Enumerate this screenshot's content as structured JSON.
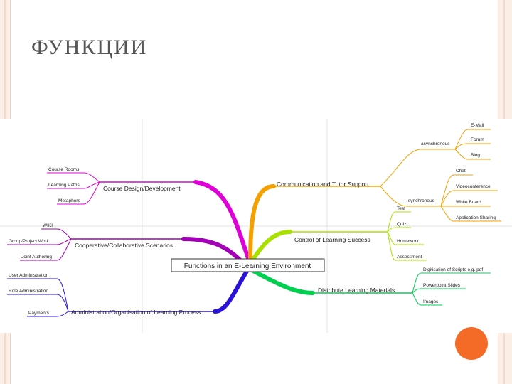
{
  "slide": {
    "title": "ФУНКЦИИ"
  },
  "mindmap": {
    "center": "Functions in an E-Learning Environment",
    "branches": [
      {
        "label": "Course Design/Development",
        "color": "#e000d8",
        "leaves": [
          "Course Rooms",
          "Learning Paths",
          "Metaphors"
        ]
      },
      {
        "label": "Cooperative/Collaborative Scenarios",
        "color": "#a300b8",
        "leaves": [
          "WIKI",
          "Group/Project Work",
          "Joint Authoring"
        ]
      },
      {
        "label": "Administration/Organisation of Learning Process",
        "color": "#2a12d8",
        "leaves": [
          "User Administration",
          "Role Administration",
          "Payments"
        ]
      },
      {
        "label": "Communication and Tutor Support",
        "color": "#f4a000",
        "subs": [
          {
            "label": "asynchronous",
            "leaves": [
              "E-Mail",
              "Forum",
              "Blog"
            ]
          },
          {
            "label": "synchronous",
            "leaves": [
              "Chat",
              "Videoconference",
              "White Board",
              "Application Sharing"
            ]
          }
        ]
      },
      {
        "label": "Control of Learning Success",
        "color": "#a8e000",
        "leaves": [
          "Test",
          "Quiz",
          "Homework",
          "Assessment"
        ]
      },
      {
        "label": "Distribute Learning Materials",
        "color": "#00d050",
        "leaves": [
          "Digitisation of Scripts e.g. pdf",
          "Powerpoint Slides",
          "Images"
        ]
      }
    ]
  }
}
